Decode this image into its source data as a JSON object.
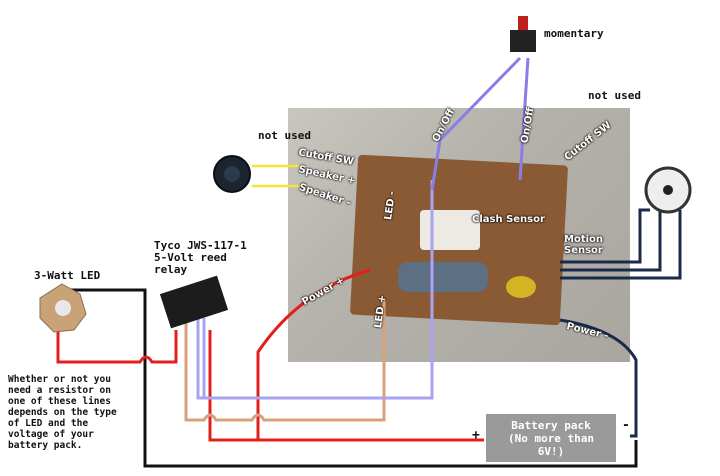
{
  "labels": {
    "momentary": "momentary",
    "not_used_right": "not used",
    "not_used_left": "not used",
    "relay": "Tyco JWS-117-1\n5-Volt reed\nrelay",
    "led": "3-Watt LED",
    "note": "Whether or not you need a resistor on one of these lines depends on the type of LED and the voltage of your battery pack.",
    "battery": "Battery pack\n(No more than\n6V!)",
    "battery_plus": "+",
    "battery_minus": "-"
  },
  "wire_labels": {
    "on_off_left": "On/Off",
    "on_off_right": "On/Off",
    "cutoff_sw_right": "Cutoff SW",
    "cutoff_sw_left": "Cutoff SW",
    "speaker_plus": "Speaker +",
    "speaker_minus": "Speaker -",
    "led_minus": "LED -",
    "led_plus": "LED +",
    "power_plus": "Power +",
    "clash_sensor": "Clash Sensor",
    "motion_sensor": "Motion\nSensor",
    "power_minus": "Power -"
  },
  "colors": {
    "red": "#e0201c",
    "black": "#111111",
    "lavender": "#a9a3f0",
    "tan": "#d9a07a",
    "gray": "#9a9a9a",
    "yellow": "#f2e33a",
    "navy": "#1a2a4a"
  }
}
